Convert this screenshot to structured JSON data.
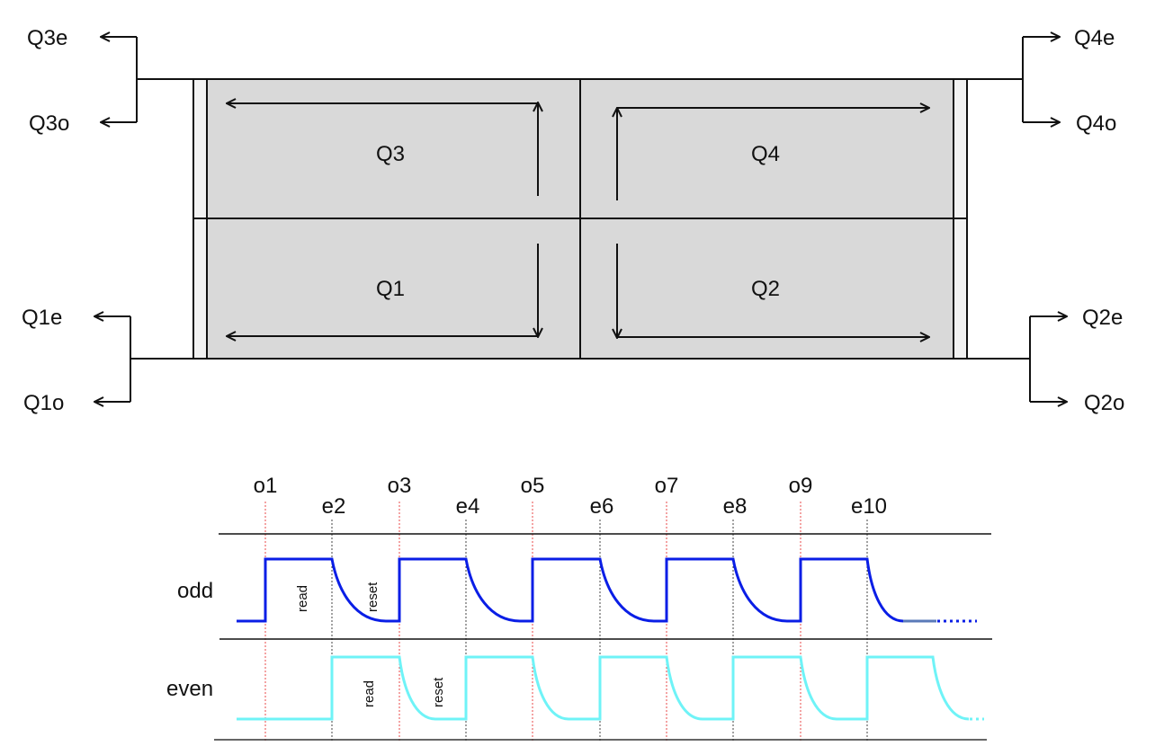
{
  "sensor_diagram": {
    "quadrants": [
      {
        "id": "q3",
        "label": "Q3",
        "position": "top-left",
        "readout": "shift left, then up"
      },
      {
        "id": "q4",
        "label": "Q4",
        "position": "top-right",
        "readout": "shift right, then up"
      },
      {
        "id": "q1",
        "label": "Q1",
        "position": "bottom-left",
        "readout": "shift left, then down"
      },
      {
        "id": "q2",
        "label": "Q2",
        "position": "bottom-right",
        "readout": "shift right, then down"
      }
    ],
    "outputs": {
      "q3e": "Q3e",
      "q3o": "Q3o",
      "q4e": "Q4e",
      "q4o": "Q4o",
      "q1e": "Q1e",
      "q1o": "Q1o",
      "q2e": "Q2e",
      "q2o": "Q2o"
    },
    "colors": {
      "quadrant_fill": "#d9d9d9",
      "register_fill": "#f2f2f2",
      "line": "#111111"
    }
  },
  "timing_diagram": {
    "markers": [
      {
        "label": "o1",
        "type": "odd"
      },
      {
        "label": "e2",
        "type": "even"
      },
      {
        "label": "o3",
        "type": "odd"
      },
      {
        "label": "e4",
        "type": "even"
      },
      {
        "label": "o5",
        "type": "odd"
      },
      {
        "label": "e6",
        "type": "even"
      },
      {
        "label": "o7",
        "type": "odd"
      },
      {
        "label": "e8",
        "type": "even"
      },
      {
        "label": "o9",
        "type": "odd"
      },
      {
        "label": "e10",
        "type": "even"
      }
    ],
    "rows": [
      {
        "id": "odd",
        "label": "odd",
        "color": "#0a1ee6",
        "tail_color": "#5a7ab8",
        "phase_labels": {
          "read": "read",
          "reset": "reset"
        }
      },
      {
        "id": "even",
        "label": "even",
        "color": "#6ff3f7",
        "phase_labels": {
          "read": "read",
          "reset": "reset"
        }
      }
    ],
    "colors": {
      "odd_marker": "#e84a4a",
      "even_marker": "#444444",
      "row_divider": "#111111"
    }
  }
}
